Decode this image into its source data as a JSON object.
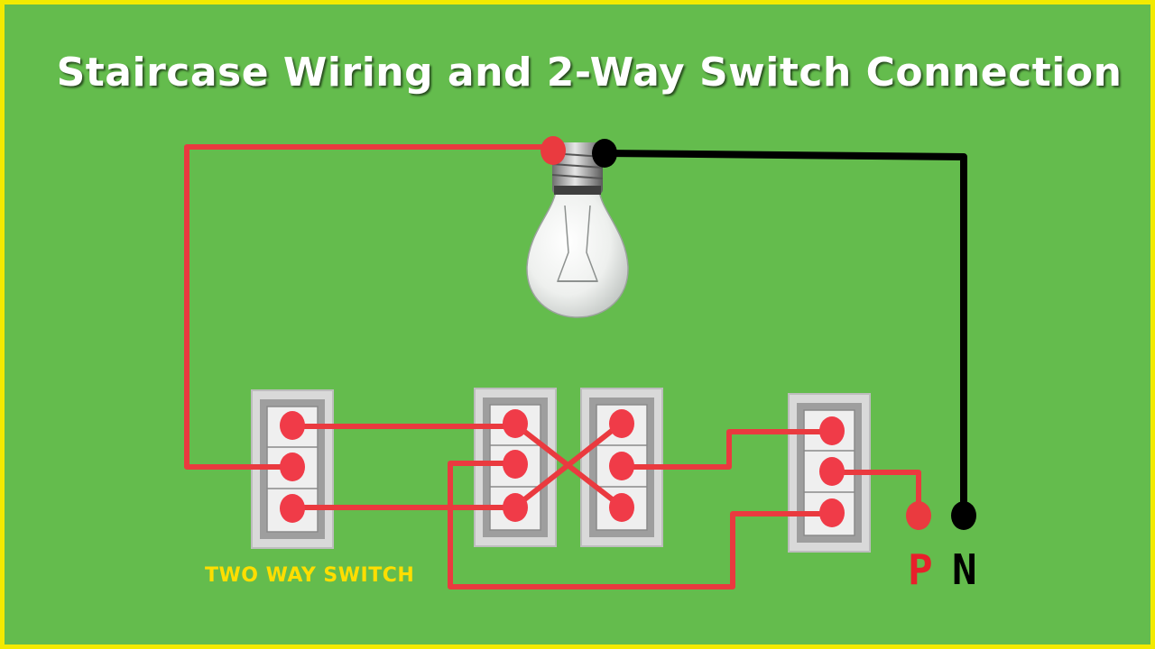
{
  "title": "Staircase Wiring and 2-Way Switch Connection",
  "switch_caption": "TWO WAY SWITCH",
  "terminals": {
    "phase": "P",
    "neutral": "N"
  },
  "colors": {
    "background": "#64bc4d",
    "border": "#f2ea00",
    "phase_wire": "#ea3a3f",
    "neutral_wire": "#000000",
    "caption": "#ffde00"
  },
  "icons": [
    "bulb-icon",
    "switch-plate-icon"
  ]
}
